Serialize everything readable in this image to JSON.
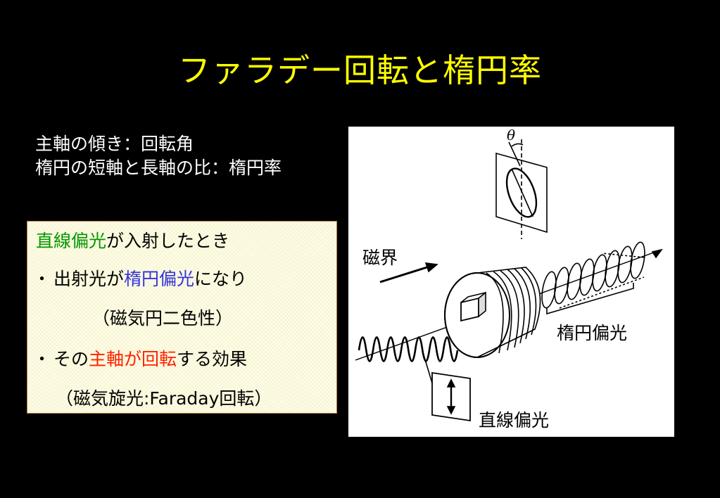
{
  "title": "ファラデー回転と楕円率",
  "intro": {
    "line1": "主軸の傾き：回転角",
    "line2": "楕円の短軸と長軸の比：楕円率"
  },
  "box": {
    "line1": {
      "highlight": "直線偏光",
      "rest": "が入射したとき"
    },
    "line2": {
      "bullet": "・",
      "pre": "出射光が",
      "highlight": "楕円偏光",
      "post": "になり"
    },
    "line3": "（磁気円二色性）",
    "line4": {
      "bullet": "・",
      "pre": "その",
      "highlight": "主軸が回転",
      "post": "する効果"
    },
    "line5": "（磁気旋光:Faraday回転）"
  },
  "figure": {
    "theta": "θ",
    "magnetic_field": "磁界",
    "elliptical": "楕円偏光",
    "linear": "直線偏光"
  },
  "colors": {
    "title": "#ffff00",
    "green": "#009900",
    "blue": "#3333dd",
    "red": "#ff2200",
    "box_bg": "#fffde2"
  }
}
